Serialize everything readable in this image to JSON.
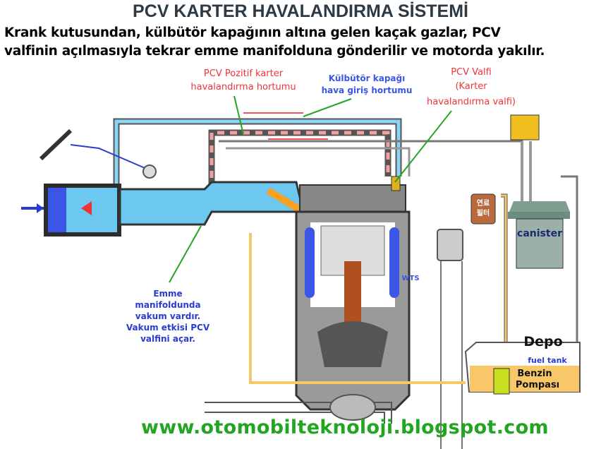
{
  "title": "PCV KARTER HAVALANDIRMA SİSTEMİ",
  "description": [
    "Krank kutusundan, külbütör kapağının altına gelen kaçak gazlar, PCV",
    "valfinin açılmasıyla tekrar emme manifolduna gönderilir ve motorda yakılır."
  ],
  "labels": {
    "pcv_hose": [
      "PCV Pozitif karter",
      "havalandırma hortumu"
    ],
    "rocker_hose": [
      "Külbütör kapağı",
      "hava giriş hortumu"
    ],
    "pcv_valve": [
      "PCV Valfi",
      "(Karter",
      "havalandırma valfi)"
    ],
    "manifold_note": [
      "Emme",
      "manifoldunda",
      "vakum vardır.",
      "Vakum etkisi PCV",
      "valfini açar."
    ],
    "canister": "canister",
    "depo": "Depo",
    "fuel_tank": "fuel tank",
    "pump": [
      "Benzin",
      "Pompası"
    ],
    "wts": "WTS",
    "fuel_filter": [
      "연료",
      "필터"
    ]
  },
  "website": "www.otomobilteknoloji.blogspot.com",
  "colors": {
    "title": "#2d3a44",
    "red_label": "#f0343c",
    "blue_label": "#3b55e6",
    "website": "#22a622",
    "intake": "#6cc8f0",
    "fuel": "#f8c868"
  }
}
